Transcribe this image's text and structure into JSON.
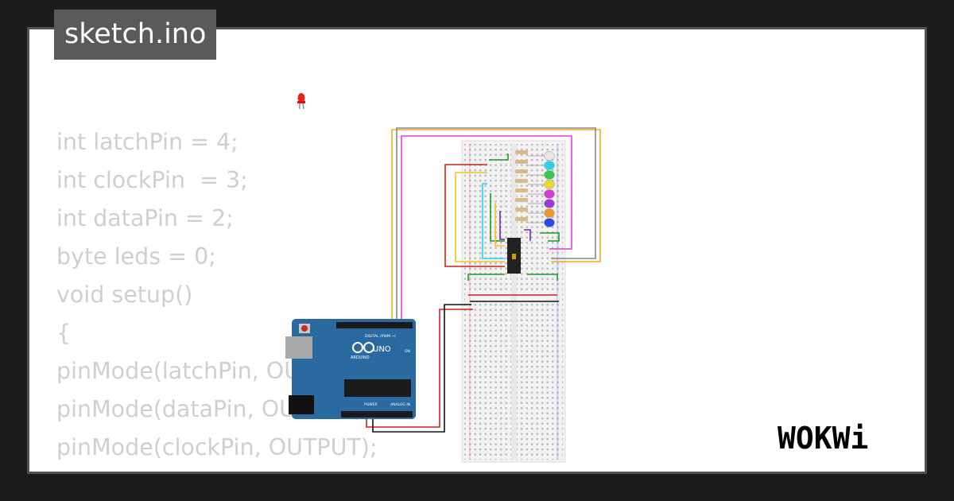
{
  "header": {
    "title": "sketch.ino"
  },
  "code": {
    "lines": [
      "int latchPin = 4;",
      "int clockPin  = 3;",
      "int dataPin = 2;",
      "byte leds = 0;",
      "void setup()",
      "{",
      "pinMode(latchPin, OUTPUT);",
      "pinMode(dataPin, OUTPUT);",
      "pinMode(clockPin, OUTPUT);",
      "}"
    ]
  },
  "arduino": {
    "brand_label": "ARDUINO",
    "model_label": "UNO",
    "digital_label": "DIGITAL (PWM ~)",
    "power_label": "POWER",
    "analog_label": "ANALOG IN",
    "on_label": "ON"
  },
  "led_colors": [
    "#e6e6e6",
    "#29d4e8",
    "#37c84a",
    "#e8d82e",
    "#d43ad8",
    "#9a3ad8",
    "#f09a2e",
    "#2e44e8"
  ],
  "wire_colors": {
    "orange": "#f5a623",
    "magenta": "#e03ce0",
    "gray": "#888888",
    "red": "#d0201a",
    "black": "#111111",
    "cyan": "#22d4f0",
    "green": "#1a9a2a",
    "purple": "#6a2aaa",
    "yellow": "#f5c21a"
  },
  "logo": {
    "text": "WOKWi"
  }
}
